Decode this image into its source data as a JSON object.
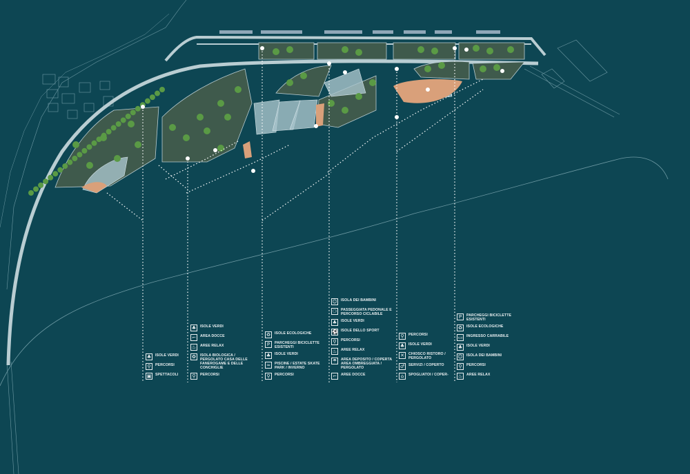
{
  "colors": {
    "background": "#0d4653",
    "road": "#b9cdd2",
    "green": "#3f5a4c",
    "tree": "#4d8a3d",
    "sand": "#d9a07a",
    "water": "#a9c4cc",
    "line": "#d8e6ea"
  },
  "legend_columns": [
    {
      "name": "column-1",
      "items": [
        {
          "icon": "tree-island-icon",
          "glyph": "♣",
          "label": "ISOLE VERDI"
        },
        {
          "icon": "walker-icon",
          "glyph": "⚲",
          "label": "PERCORSI"
        },
        {
          "icon": "stage-icon",
          "glyph": "▣",
          "label": "SPETTACOLI"
        }
      ]
    },
    {
      "name": "column-2",
      "items": [
        {
          "icon": "tree-island-icon",
          "glyph": "♣",
          "label": "ISOLE VERDI"
        },
        {
          "icon": "shower-icon",
          "glyph": "⌐",
          "label": "AREA DOCCE"
        },
        {
          "icon": "relax-icon",
          "glyph": "♨",
          "label": "AREE RELAX"
        },
        {
          "icon": "bio-island-icon",
          "glyph": "✿",
          "label": "ISOLA BIOLOGICA / PERGOLATO CASA DELLE FANEROGAME E DELLE CONCHIGLIE"
        },
        {
          "icon": "walker-icon",
          "glyph": "⚲",
          "label": "PERCORSI"
        }
      ]
    },
    {
      "name": "column-3",
      "items": [
        {
          "icon": "recycle-bin-icon",
          "glyph": "♻",
          "label": "ISOLE ECOLOGICHE"
        },
        {
          "icon": "bicycle-parking-icon",
          "glyph": "P",
          "label": "PARCHEGGI BICICLETTE ESISTENTI"
        },
        {
          "icon": "tree-island-icon",
          "glyph": "♣",
          "label": "ISOLE VERDI"
        },
        {
          "icon": "pool-icon",
          "glyph": "≈",
          "label": "PISCINE / ESTATE SKATE PARK / INVERNO"
        },
        {
          "icon": "walker-icon",
          "glyph": "⚲",
          "label": "PERCORSI"
        }
      ]
    },
    {
      "name": "column-4",
      "items": [
        {
          "icon": "children-island-icon",
          "glyph": "☺",
          "label": "ISOLA DEI BAMBINI"
        },
        {
          "icon": "bicycle-path-icon",
          "glyph": "⚆",
          "label": "PASSEGGIATA PEDONALE E PERCORSO CICLABILE"
        },
        {
          "icon": "tree-island-icon",
          "glyph": "♣",
          "label": "ISOLE VERDI"
        },
        {
          "icon": "sport-icon",
          "glyph": "⚽",
          "label": "ISOLE DELLO SPORT"
        },
        {
          "icon": "walker-icon",
          "glyph": "⚲",
          "label": "PERCORSI"
        },
        {
          "icon": "relax-icon",
          "glyph": "♨",
          "label": "AREE RELAX"
        },
        {
          "icon": "umbrella-storage-icon",
          "glyph": "☂",
          "label": "AREA DEPOSITO / COPERTA AREA OMBREGGIATA / PERGOLATO"
        },
        {
          "icon": "shower-icon",
          "glyph": "⌐",
          "label": "AREE DOCCE"
        }
      ]
    },
    {
      "name": "column-5",
      "items": [
        {
          "icon": "walker-icon",
          "glyph": "⚲",
          "label": "PERCORSI"
        },
        {
          "icon": "tree-island-icon",
          "glyph": "♣",
          "label": "ISOLE VERDI"
        },
        {
          "icon": "cutlery-icon",
          "glyph": "✕",
          "label": "CHIOSCO RISTORO / PERGOLATO"
        },
        {
          "icon": "restroom-icon",
          "glyph": "♂",
          "label": "SERVIZI / COPERTO"
        },
        {
          "icon": "changing-room-icon",
          "glyph": "⌂",
          "label": "SPOGLIATOI / COPER-"
        }
      ]
    },
    {
      "name": "column-6",
      "items": [
        {
          "icon": "bicycle-parking-icon",
          "glyph": "P",
          "label": "PARCHEGGI BICICLETTE ESISTENTI"
        },
        {
          "icon": "recycle-bin-icon",
          "glyph": "♻",
          "label": "ISOLE ECOLOGICHE"
        },
        {
          "icon": "car-icon",
          "glyph": "▭",
          "label": "INGRESSO CARRABILE"
        },
        {
          "icon": "tree-island-icon",
          "glyph": "♣",
          "label": "ISOLE VERDI"
        },
        {
          "icon": "children-island-icon",
          "glyph": "☺",
          "label": "ISOLA DEI BAMBINI"
        },
        {
          "icon": "walker-icon",
          "glyph": "⚲",
          "label": "PERCORSI"
        },
        {
          "icon": "relax-icon",
          "glyph": "♨",
          "label": "AREE RELAX"
        }
      ]
    }
  ]
}
